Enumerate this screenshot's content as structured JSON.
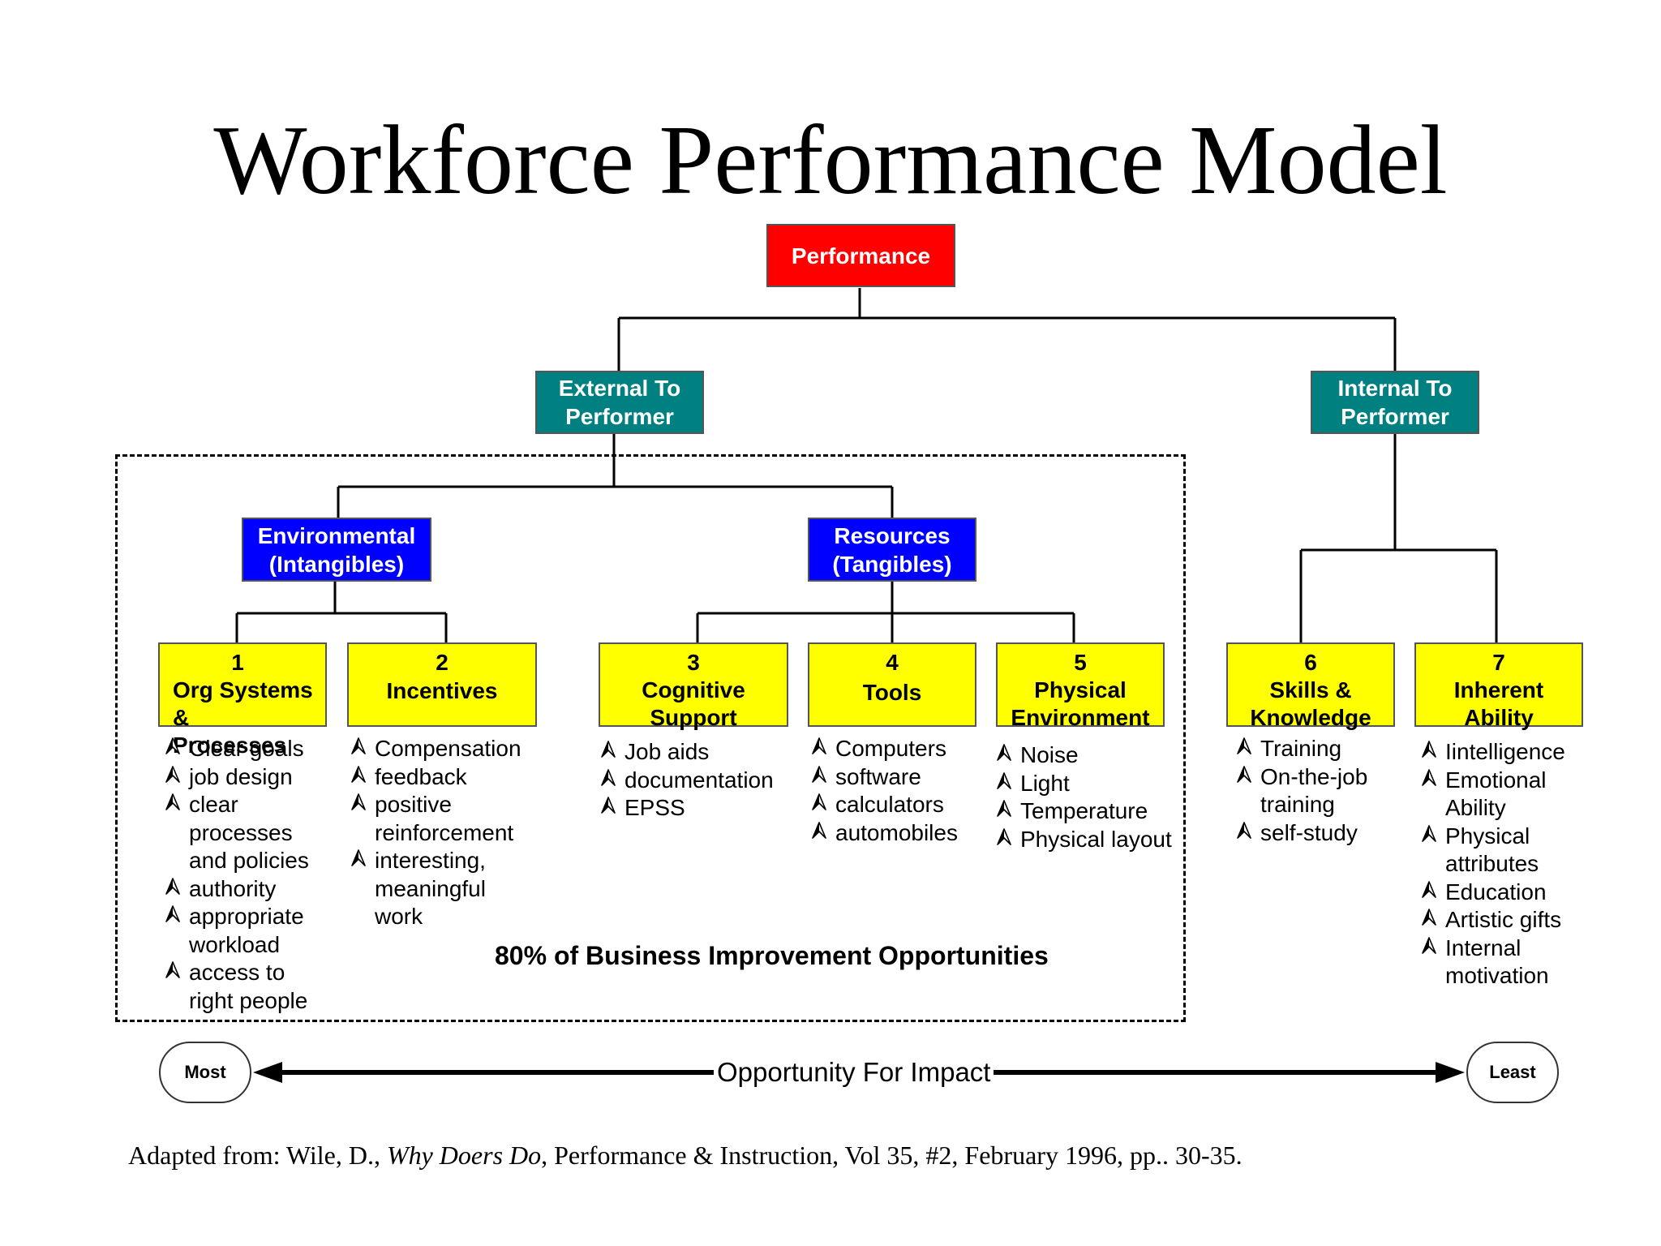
{
  "title": "Workforce Performance Model",
  "nodes": {
    "performance": "Performance",
    "external": [
      "External To",
      "Performer"
    ],
    "internal": [
      "Internal To",
      "Performer"
    ],
    "environmental": [
      "Environmental",
      "(Intangibles)"
    ],
    "resources": [
      "Resources",
      "(Tangibles)"
    ]
  },
  "factors": [
    {
      "num": "1",
      "name": [
        "Org Systems",
        "&",
        "Processes"
      ],
      "items": [
        "Clear goals",
        "job design",
        "clear processes and policies",
        "authority",
        "appropriate workload",
        "access to right people"
      ]
    },
    {
      "num": "2",
      "name": [
        "Incentives"
      ],
      "items": [
        "Compensation",
        "feedback",
        "positive reinforcement",
        "interesting, meaningful work"
      ]
    },
    {
      "num": "3",
      "name": [
        "Cognitive",
        "Support"
      ],
      "items": [
        "Job aids",
        "documentation",
        "EPSS"
      ]
    },
    {
      "num": "4",
      "name": [
        "Tools"
      ],
      "items": [
        "Computers",
        "software",
        "calculators",
        "automobiles"
      ]
    },
    {
      "num": "5",
      "name": [
        "Physical",
        "Environment"
      ],
      "items": [
        "Noise",
        "Light",
        "Temperature",
        "Physical layout"
      ]
    },
    {
      "num": "6",
      "name": [
        "Skills &",
        "Knowledge"
      ],
      "items": [
        "Training",
        "On-the-job training",
        "self-study"
      ]
    },
    {
      "num": "7",
      "name": [
        "Inherent",
        "Ability"
      ],
      "items": [
        "Iintelligence",
        "Emotional Ability",
        "Physical attributes",
        "Education",
        "Artistic gifts",
        "Internal motivation"
      ]
    }
  ],
  "opportunity_note": "80% of Business Improvement Opportunities",
  "scale": {
    "left": "Most",
    "center": "Opportunity For Impact",
    "right": "Least"
  },
  "citation": {
    "prefix": "Adapted from: Wile, D., ",
    "work": "Why Doers Do",
    "suffix": ", Performance & Instruction, Vol 35, #2, February 1996, pp.. 30-35."
  },
  "colors": {
    "performance": "#ff0000",
    "tier2": "#008080",
    "tier3": "#0000ff",
    "factor": "#ffff00"
  }
}
